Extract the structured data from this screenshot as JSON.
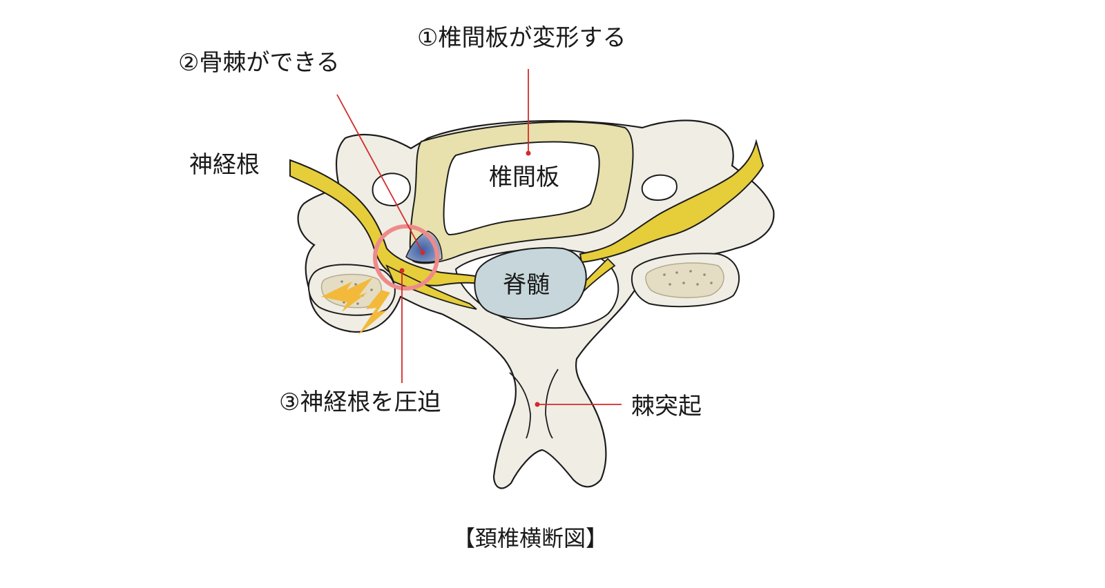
{
  "labels": {
    "intervertebral_disc_deform": "①椎間板が変形する",
    "bone_spur_forms": "②骨棘ができる",
    "nerve_root": "神経根",
    "intervertebral_disc": "椎間板",
    "spinal_cord": "脊髄",
    "compress_nerve_root": "③神経根を圧迫",
    "spinous_process": "棘突起"
  },
  "caption": "【頚椎横断図】",
  "colors": {
    "bone": "#efede4",
    "disc": "#e8e0ad",
    "nerve": "#e6cd3a",
    "spinal_cord": "#c6d6da",
    "bone_spur": "#4a6fa8",
    "highlight_circle": "#ef8a8a",
    "leader_line": "#d42a2a",
    "pain_bolt": "#f2b93b"
  }
}
